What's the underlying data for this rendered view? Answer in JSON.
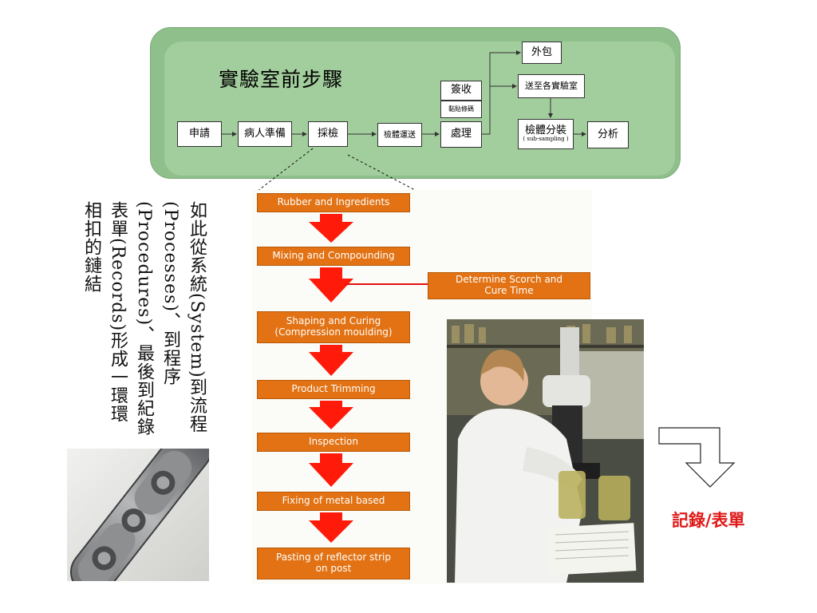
{
  "pre_lab": {
    "title": "實驗室前步驟",
    "steps": {
      "apply": "申請",
      "patient_prep": "病人準備",
      "sampling": "採檢",
      "transport": "檢體運送",
      "sign": "簽收",
      "barcode": "黏貼條碼",
      "process": "處理",
      "outsource": "外包",
      "send_labs": "送至各實驗室",
      "subsampling": "檢體分裝",
      "subsampling_en": "( sub-sampling )",
      "analyze": "分析"
    }
  },
  "flow": {
    "steps": [
      "Rubber and Ingredients",
      "Mixing and Compounding",
      "Shaping and Curing (Compression moulding)",
      "Product Trimming",
      "Inspection",
      "Fixing of metal based",
      "Pasting of reflector strip on post"
    ],
    "side_step": "Determine Scorch and Cure Time",
    "accent": "#e27213",
    "arrow_color": "#ff1a0a"
  },
  "vertical_text": "如此從系統(System)到流程(Processes)、到程序(Procedures)、最後到紀錄表單(Records)形成一環環相扣的鏈結",
  "record_label": "記錄/表單"
}
